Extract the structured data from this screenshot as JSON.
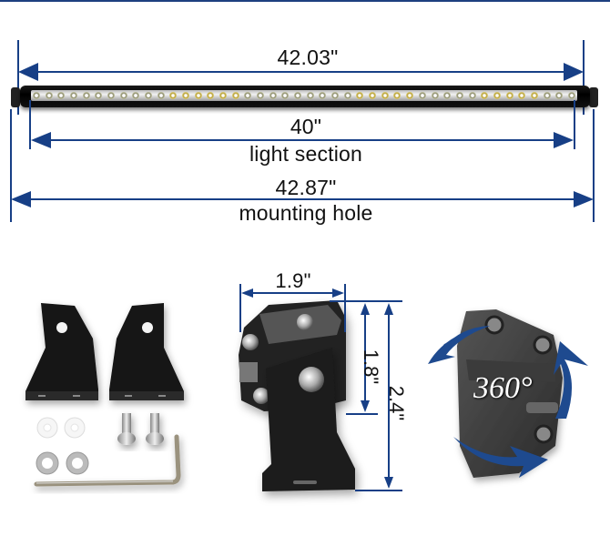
{
  "colors": {
    "dimension_line": "#173f86",
    "arrow_fill": "#173f86",
    "text": "#111111",
    "bar_body": "#0a0a0a"
  },
  "top_diagram": {
    "overall_length": {
      "value": "42.03\""
    },
    "light_section": {
      "value": "40\"",
      "label": "light section"
    },
    "mounting_hole": {
      "value": "42.87\"",
      "label": "mounting hole"
    },
    "led_count": 44
  },
  "bottom_left": {
    "parts": [
      "bracket-left",
      "bracket-right",
      "rubber-grommet",
      "rubber-grommet",
      "flat-washer",
      "flat-washer",
      "button-head-bolt",
      "button-head-bolt",
      "hex-key"
    ]
  },
  "bottom_center": {
    "width": "1.9\"",
    "height_body": "1.8\"",
    "height_total": "2.4\""
  },
  "bottom_right": {
    "rotation_label": "360°"
  }
}
